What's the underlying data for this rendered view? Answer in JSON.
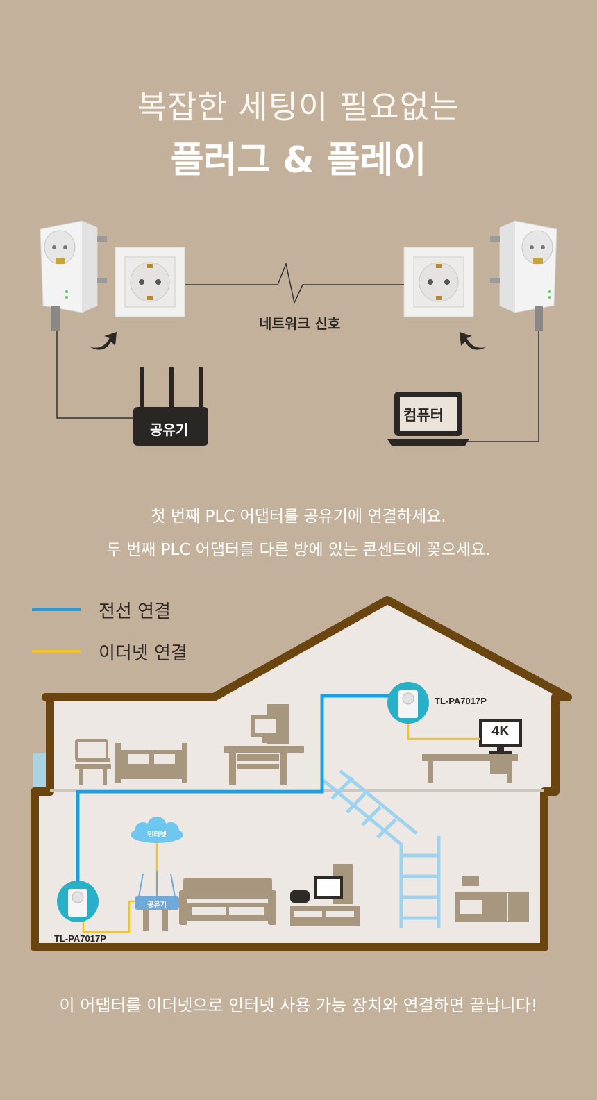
{
  "header": {
    "title_line1": "복잡한 세팅이 필요없는",
    "title_line2": "플러그 & 플레이"
  },
  "top_diagram": {
    "network_label": "네트워크 신호",
    "router_label": "공유기",
    "computer_label": "컴퓨터"
  },
  "instructions": {
    "line1": "첫 번째 PLC 어댑터를 공유기에 연결하세요.",
    "line2": "두 번째 PLC 어댑터를 다른 방에 있는 콘센트에 꽂으세요."
  },
  "legend": {
    "items": [
      {
        "label": "전선 연결",
        "color": "#1a9fe3"
      },
      {
        "label": "이더넷 연결",
        "color": "#f5c518"
      }
    ]
  },
  "house": {
    "model_upper": "TL-PA7017P",
    "model_lower": "TL-PA7017P",
    "tv_label": "4K",
    "cloud_label": "인터넷",
    "router_label": "공유기"
  },
  "footer": {
    "text": "이 어댑터를 이더넷으로 인터넷 사용 가능 장치와 연결하면 끝납니다!"
  },
  "colors": {
    "background": "#c4b19c",
    "house_outline": "#6a4510",
    "house_fill": "#ede8e3",
    "furniture": "#a8977f",
    "powerline": "#1a9fe3",
    "ethernet": "#f5c518"
  }
}
